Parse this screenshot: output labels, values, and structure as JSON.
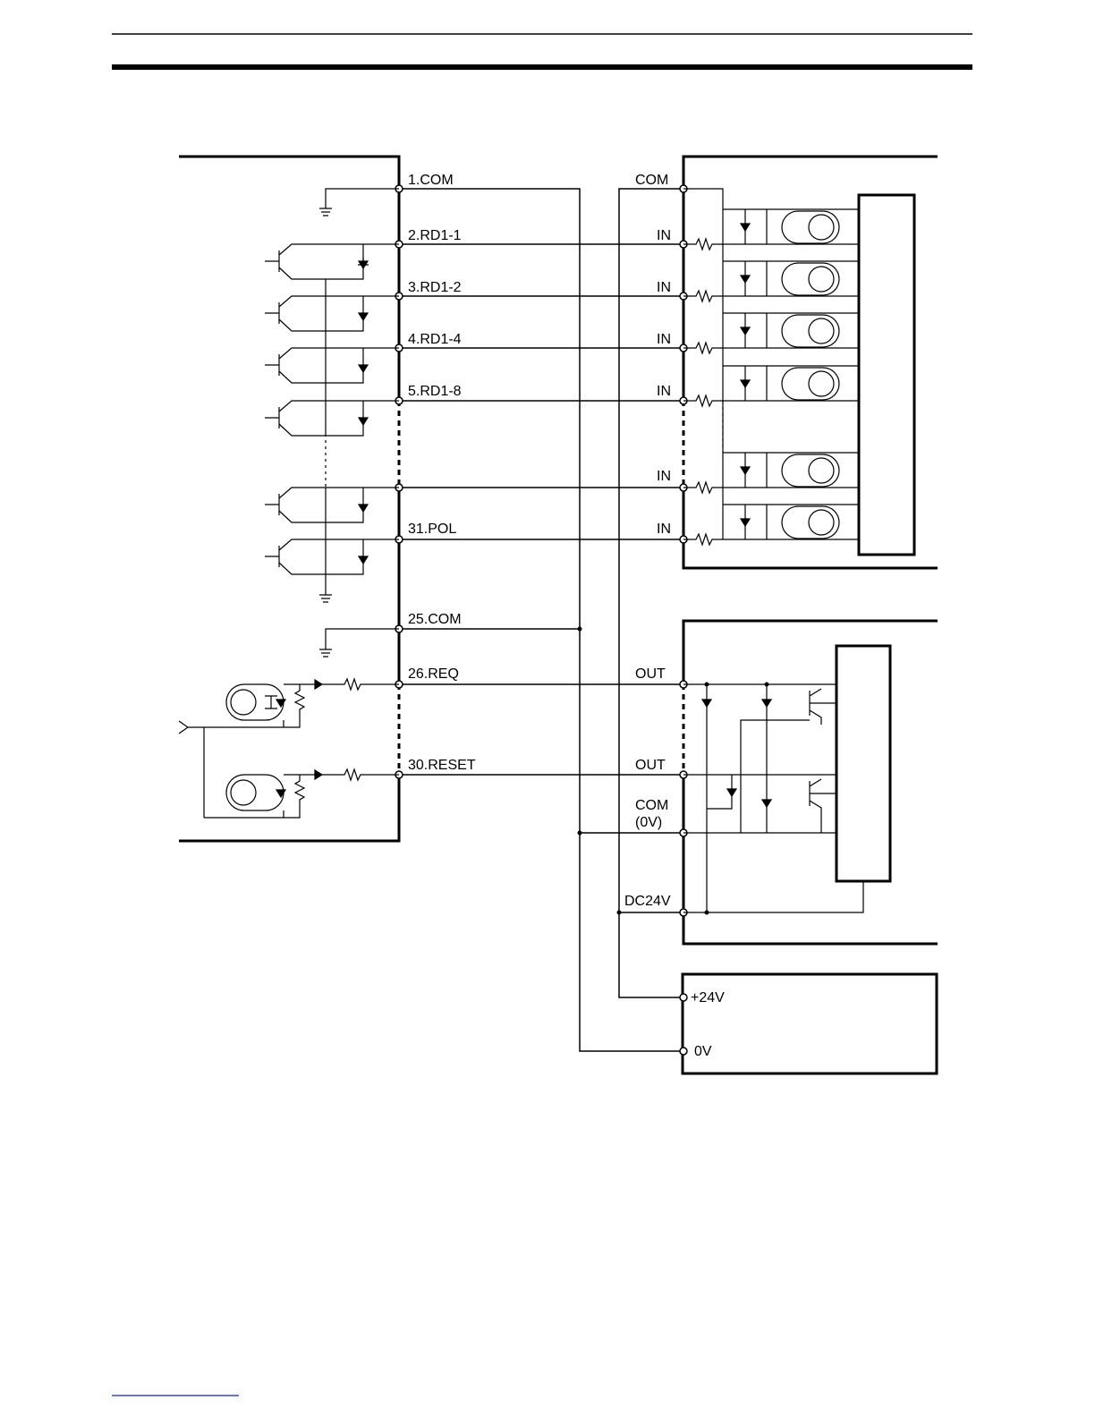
{
  "left_terminals": {
    "t1": "1.COM",
    "t2": "2.RD1-1",
    "t3": "3.RD1-2",
    "t4": "4.RD1-4",
    "t5": "5.RD1-8",
    "t31": "31.POL",
    "t25": "25.COM",
    "t26": "26.REQ",
    "t30": "30.RESET"
  },
  "input_unit": {
    "com": "COM",
    "in": "IN"
  },
  "output_unit": {
    "out": "OUT",
    "com": "COM",
    "com_sub": "(0V)",
    "dc24v": "DC24V"
  },
  "power_supply": {
    "plus": "+24V",
    "zero": "0V"
  }
}
